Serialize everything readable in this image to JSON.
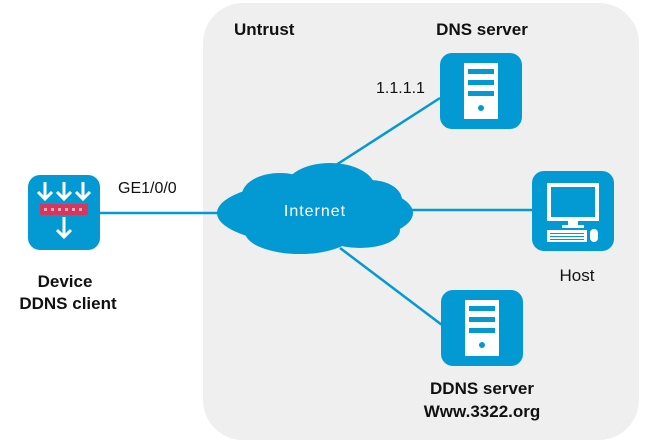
{
  "colors": {
    "accent": "#0399d3",
    "zone_bg": "#efefef",
    "line": "#0399d3",
    "device_bar": "#d9365e"
  },
  "zone": {
    "label": "Untrust"
  },
  "device": {
    "name": "Device",
    "role": "DDNS client",
    "interface": "GE1/0/0",
    "icon": "firewall-icon"
  },
  "cloud": {
    "label": "Internet",
    "icon": "cloud-icon"
  },
  "dns_server": {
    "label": "DNS server",
    "ip": "1.1.1.1",
    "icon": "server-icon"
  },
  "host": {
    "label": "Host",
    "icon": "computer-icon"
  },
  "ddns_server": {
    "label": "DDNS server",
    "domain": "Www.3322.org",
    "icon": "server-icon"
  }
}
